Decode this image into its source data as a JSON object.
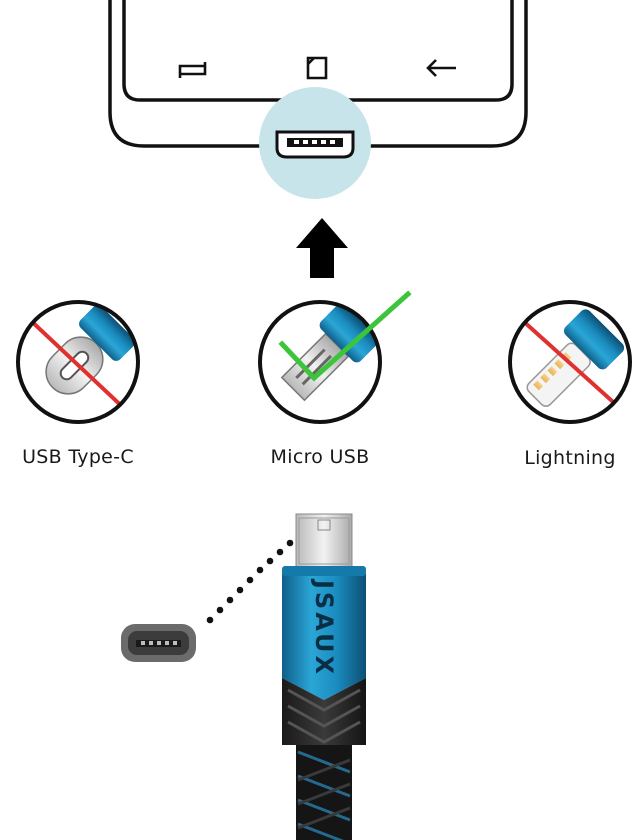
{
  "options": [
    {
      "label": "USB Type-C",
      "compatible": false
    },
    {
      "label": "Micro USB",
      "compatible": true
    },
    {
      "label": "Lightning",
      "compatible": false
    }
  ],
  "cable": {
    "brand": "JSAUX",
    "color": "#1e8fc4"
  },
  "colors": {
    "phone_port_bg": "#c6e4ea",
    "cross": "#e0312f",
    "check": "#3cc43c",
    "outline": "#111111"
  },
  "icons": [
    "recent-apps-icon",
    "home-icon",
    "back-icon",
    "micro-usb-port-icon",
    "up-arrow-icon"
  ]
}
